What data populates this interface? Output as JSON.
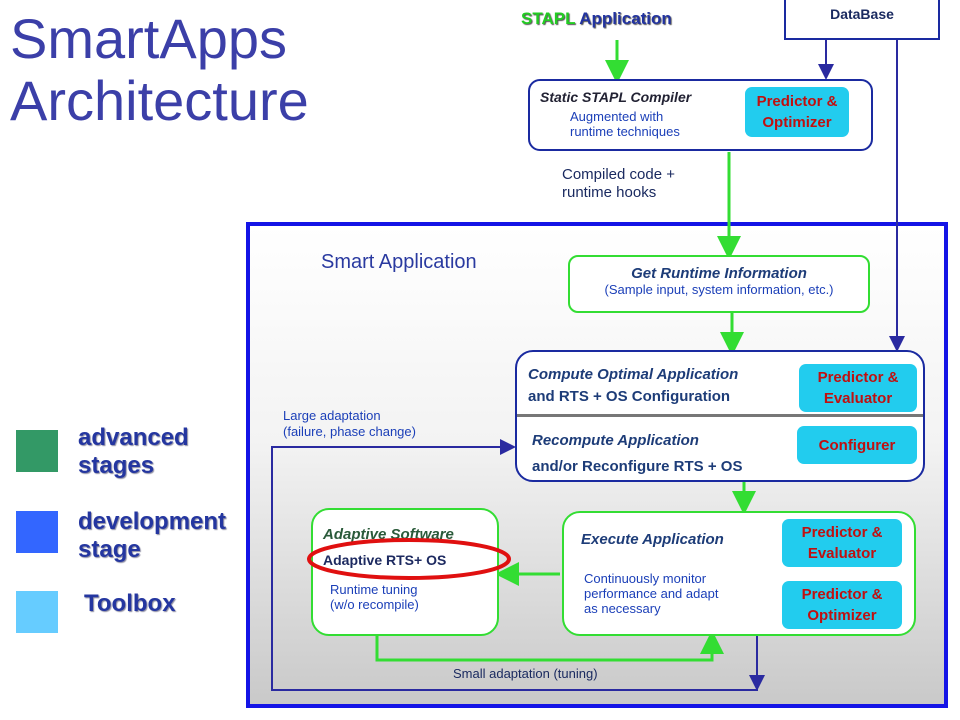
{
  "title": {
    "line1": "SmartApps",
    "line2": "Architecture"
  },
  "stapl_app": {
    "prefix": "STAPL",
    "suffix": "Application"
  },
  "database": {
    "label": "DataBase"
  },
  "static_compiler": {
    "title": "Static STAPL Compiler",
    "note_line1": "Augmented with",
    "note_line2": "runtime techniques",
    "badge_line1": "Predictor &",
    "badge_line2": "Optimizer"
  },
  "compiled_code": {
    "line1": "Compiled code +",
    "line2": "runtime hooks"
  },
  "smart_application": {
    "label": "Smart Application"
  },
  "get_runtime": {
    "title": "Get Runtime Information",
    "subtitle": "(Sample input, system information, etc.)"
  },
  "compute_optimal": {
    "title_line1": "Compute Optimal Application",
    "title_line2": "and RTS + OS Configuration",
    "badge_line1": "Predictor &",
    "badge_line2": "Evaluator",
    "recompute_line1": "Recompute Application",
    "recompute_line2": "and/or Reconfigure RTS + OS",
    "configurer": "Configurer"
  },
  "large_adaptation": {
    "line1": "Large adaptation",
    "line2": "(failure, phase change)"
  },
  "adaptive_software": {
    "title": "Adaptive Software",
    "rts": "Adaptive RTS+ OS",
    "note_line1": "Runtime tuning",
    "note_line2": "(w/o recompile)"
  },
  "execute": {
    "title": "Execute Application",
    "note_line1": "Continuously monitor",
    "note_line2": "performance and adapt",
    "note_line3": "as necessary",
    "badge1_line1": "Predictor &",
    "badge1_line2": "Evaluator",
    "badge2_line1": "Predictor &",
    "badge2_line2": "Optimizer"
  },
  "small_adaptation": {
    "label": "Small adaptation (tuning)"
  },
  "legend": [
    {
      "line1": "advanced",
      "line2": "stages",
      "color": "#339966"
    },
    {
      "line1": "development",
      "line2": "stage",
      "color": "#3366ff"
    },
    {
      "line1": "Toolbox",
      "line2": "",
      "color": "#66ccff"
    }
  ],
  "colors": {
    "title": "#3b3fa8",
    "panel_border": "#1414e6",
    "green": "#33dd33",
    "badge_fill": "#22ccee",
    "badge_text": "#c01010",
    "highlight": "#e01010"
  }
}
